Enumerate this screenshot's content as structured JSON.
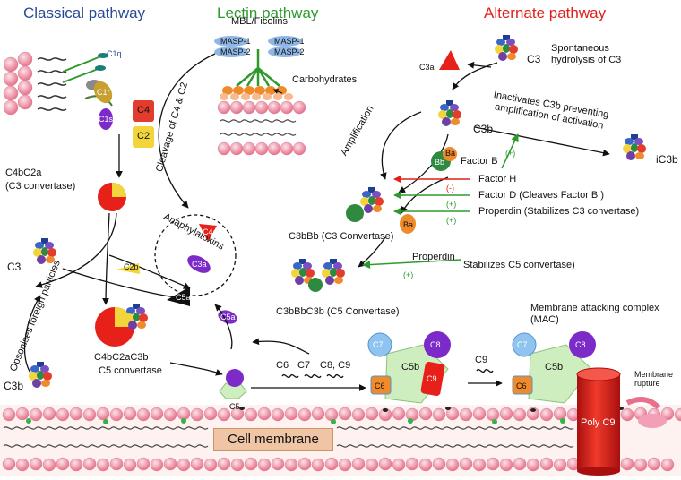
{
  "headers": {
    "classical": "Classical pathway",
    "lectin": "Lectin pathway",
    "alternate": "Alternate pathway"
  },
  "labels": {
    "c1q": "C1q",
    "c1r": "C1r",
    "c1s": "C1s",
    "c4": "C4",
    "c2": "C2",
    "mbl_ficolins": "MBL/Ficolins",
    "masp1": "MASP-1",
    "masp2": "MASP-2",
    "carbohydrates": "Carbohydrates",
    "cleavage": "Cleavage of C4 & C2",
    "c4bc2a": "C4bC2a",
    "c3_convertase": "(C3 convertase)",
    "c3_left": "C3",
    "c2b": "C2b",
    "anaphylatoxins": "Anaphylatoxins",
    "c4a": "C4a",
    "c3a_ana": "C3a",
    "c5a_ana": "C5a",
    "c5a_free": "C5a",
    "opsonises": "Opsonises foreign particles",
    "c4bc2ac3b": "C4bC2aC3b",
    "c5_convertase": "C5 convertase",
    "c3b_left": "C3b",
    "c5": "C5",
    "c6": "C6",
    "c7": "C7",
    "c8c9": "C8, C9",
    "c3_top": "C3",
    "spontaneous": "Spontaneous\nhydrolysis of C3",
    "c3a_top": "C3a",
    "amplification": "Amplification",
    "c3b_mid": "C3b",
    "inactivates": "Inactivates C3b preventing\namplification of activation",
    "ic3b": "iC3b",
    "factor_b": "Factor B",
    "ba_top": "Ba",
    "bb_top": "Bb",
    "factor_h": "Factor H",
    "factor_d": "Factor D (Cleaves Factor B )",
    "properdin1": "Properdin (Stabilizes C3 convertase)",
    "minus": "(-)",
    "plus": "(+)",
    "c3bbb": "C3bBb (C3 Convertase)",
    "ba_low": "Ba",
    "properdin2": "Properdin",
    "stab_c5": "Stabilizes C5 convertase)",
    "c3bbbc3b": "C3bBbC3b (C5 Convertase)",
    "mac": "Membrane attacking complex\n(MAC)",
    "c5b": "C5b",
    "c7m": "C7",
    "c8m": "C8",
    "c6m": "C6",
    "c9m": "C9",
    "c9_free": "C9",
    "poly_c9": "Poly C9",
    "membrane_rupture": "Membrane\nrupture",
    "cell_membrane": "Cell membrane"
  },
  "colors": {
    "classical": "#2a4a96",
    "lectin": "#2e9a2e",
    "alternate": "#e0201a",
    "inhibit": "#e0201a",
    "activate": "#2e9a2e"
  }
}
